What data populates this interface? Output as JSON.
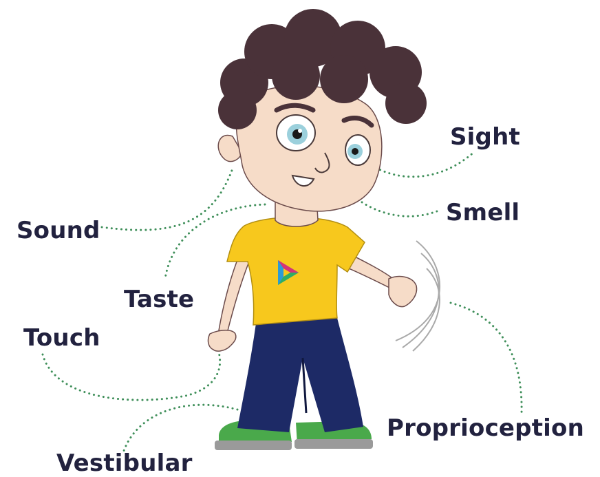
{
  "labels": {
    "sight": "Sight",
    "smell": "Smell",
    "sound": "Sound",
    "taste": "Taste",
    "touch": "Touch",
    "proprioception": "Proprioception",
    "vestibular": "Vestibular"
  },
  "colors": {
    "label_text": "#22223f",
    "dotted_line": "#3f8f5a",
    "hair": "#4a3239",
    "skin": "#f6dcc8",
    "shirt": "#f7c81d",
    "pants": "#1d2a66",
    "shoes": "#4aa94b",
    "eye_iris": "#9bd0dc"
  },
  "icons": {
    "character": "boy-illustration",
    "shirt_logo": "play-triangle-logo",
    "motion_arcs": "motion-arcs-icon"
  }
}
